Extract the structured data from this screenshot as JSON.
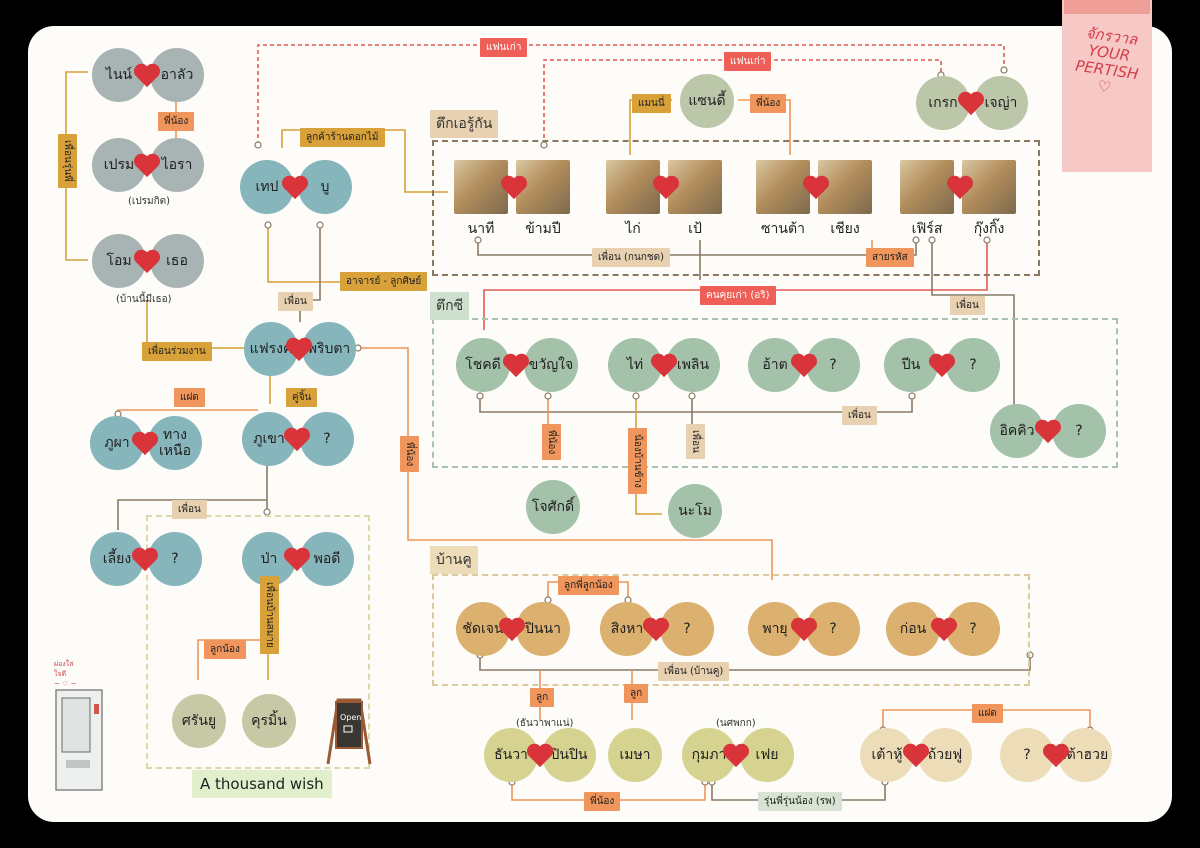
{
  "sections": {
    "tuk_ao": "ตึกเอรู้กัน",
    "tuk_c": "ตึกซี",
    "baan_koo": "บ้านคู"
  },
  "people": {
    "nine": "ไนน์",
    "alan": "อาลัว",
    "prem": "เปรม",
    "aora": "ไอรา",
    "om": "โอม",
    "ter": "เธอ",
    "tep": "เทป",
    "boo": "บู",
    "fareng": "แฟรงค์",
    "pribta": "พริบตา",
    "phupha": "ภูผา",
    "tangnuea": "ทาง\nเหนือ",
    "phukhao": "ภูเขา",
    "unknown": "?",
    "liang": "เลี้ยง",
    "pa": "ป่า",
    "pordee": "พอดี",
    "sarunyu": "ศรันยู",
    "kummin": "คุรมิ้น",
    "sandy": "แซนดี้",
    "krek": "เกรก",
    "jenya": "เจญ่า",
    "nathee": "นาที",
    "khampee": "ข้ามปี",
    "kai": "ไก่",
    "pao": "เป้",
    "santa": "ซานต้า",
    "chiang": "เชียง",
    "first": "เฟิร์ส",
    "kungking": "กุ๊งกิ๊ง",
    "chokdee": "โชคดี",
    "khwanjai": "ขวัญใจ",
    "thai": "ไท่",
    "phelin": "เพลิน",
    "arthit": "อ้าต",
    "pin": "ปีน",
    "ikkiw": "อิคคิว",
    "jossak": "โจศักดิ์",
    "namo": "นะโม",
    "chatjen": "ชัดเจน",
    "pinna": "ปินนา",
    "singha": "สิงหา",
    "payu": "พายุ",
    "kon": "ก่อน",
    "thanwa": "ธันวา",
    "pinpin": "ปินปิน",
    "mesa": "เมษา",
    "kumpha": "กุมภา",
    "fei": "เฟย",
    "taohu": "เต้าหู้",
    "thuaiphu": "ถ้วยฟู",
    "taohuai": "เต้าฮวย"
  },
  "labels": {
    "ex1": "แฟนเก่า",
    "ex2": "แฟนเก่า",
    "sibling": "พี่น้อง",
    "sibling_v": "พี่น้อง",
    "manny": "แมนนี่",
    "florist": "ลูกค้าร้านดอกไม้",
    "teacher": "อาจารย์ - ลูกศิษย์",
    "friend": "เพื่อน",
    "coworker": "เพื่อนร่วมงาน",
    "rival": "แฝด",
    "partner": "คู่จิ้น",
    "friend_knnt": "เพื่อน (กนกชด)",
    "secret": "สายรหัส",
    "exlover": "คนคุยเก่า (อริ)",
    "friend2": "เพื่อน",
    "friend3": "เพื่อน",
    "friend4": "เพื่อน",
    "friend5": "เพื่อน",
    "cousin": "ลูกพี่ลูกน้อง",
    "friend_baan": "เพื่อน (บ้านคู)",
    "child1": "ลูก",
    "child2": "ลูก",
    "sibling3": "พี่น้อง",
    "senior": "รุ่นพี่รุ่นน้อง (รพ)",
    "rival2": "แฝด",
    "nephew": "ลูกน้อง",
    "sibling2": "พี่น้อง",
    "sibling4": "พี่น้อง",
    "bestfriend": "พี่น้อง",
    "sibling5": "เพื่อน",
    "v_sibling": "เพื่อนรุ่นพี่",
    "v_neighbor": "น้องบ้านข้าง",
    "v_friend": "เพื่อน",
    "v_house": "เพื่อนบ้านสมาย"
  },
  "notes": {
    "prem_note": "(เปรมกิต)",
    "om_note": "(บ้านนี้มีเธอ)",
    "thanwa_note": "(ธันวาพาแน่)",
    "kumpha_note": "(นศพกก)"
  },
  "sticky": "จักรวาล YOUR PERTISH ♡",
  "wish": "A thousand wish",
  "colors": {
    "grey": "#a7b4b3",
    "teal": "#86b6bb",
    "sage": "#bcc6a8",
    "mint": "#a4c1aa",
    "gold": "#dcb06e",
    "olive": "#d6d28f",
    "cream": "#ecdcb7",
    "pale": "#c7c9a6",
    "heart": "#d8343a"
  }
}
